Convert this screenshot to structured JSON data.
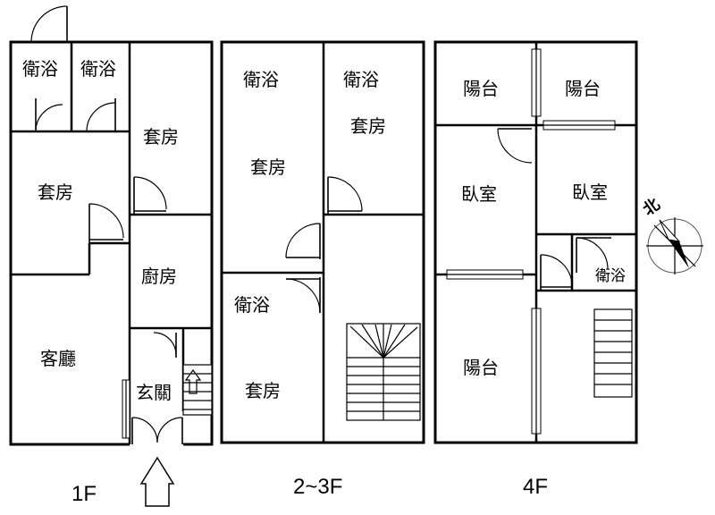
{
  "floors": [
    {
      "label": "1F",
      "rooms": {
        "bath_a": "衛浴",
        "bath_b": "衛浴",
        "suite_top": "套房",
        "suite_left": "套房",
        "kitchen": "廚房",
        "living": "客廳",
        "foyer": "玄關"
      }
    },
    {
      "label": "2~3F",
      "rooms": {
        "bath_a": "衛浴",
        "bath_b": "衛浴",
        "suite_a": "套房",
        "suite_b": "套房",
        "bath_c": "衛浴",
        "suite_c": "套房"
      }
    },
    {
      "label": "4F",
      "rooms": {
        "balcony_a": "陽台",
        "balcony_b": "陽台",
        "bedroom_a": "臥室",
        "bedroom_b": "臥室",
        "bath": "衛浴",
        "balcony_c": "陽台"
      }
    }
  ],
  "compass": {
    "label": "北"
  }
}
